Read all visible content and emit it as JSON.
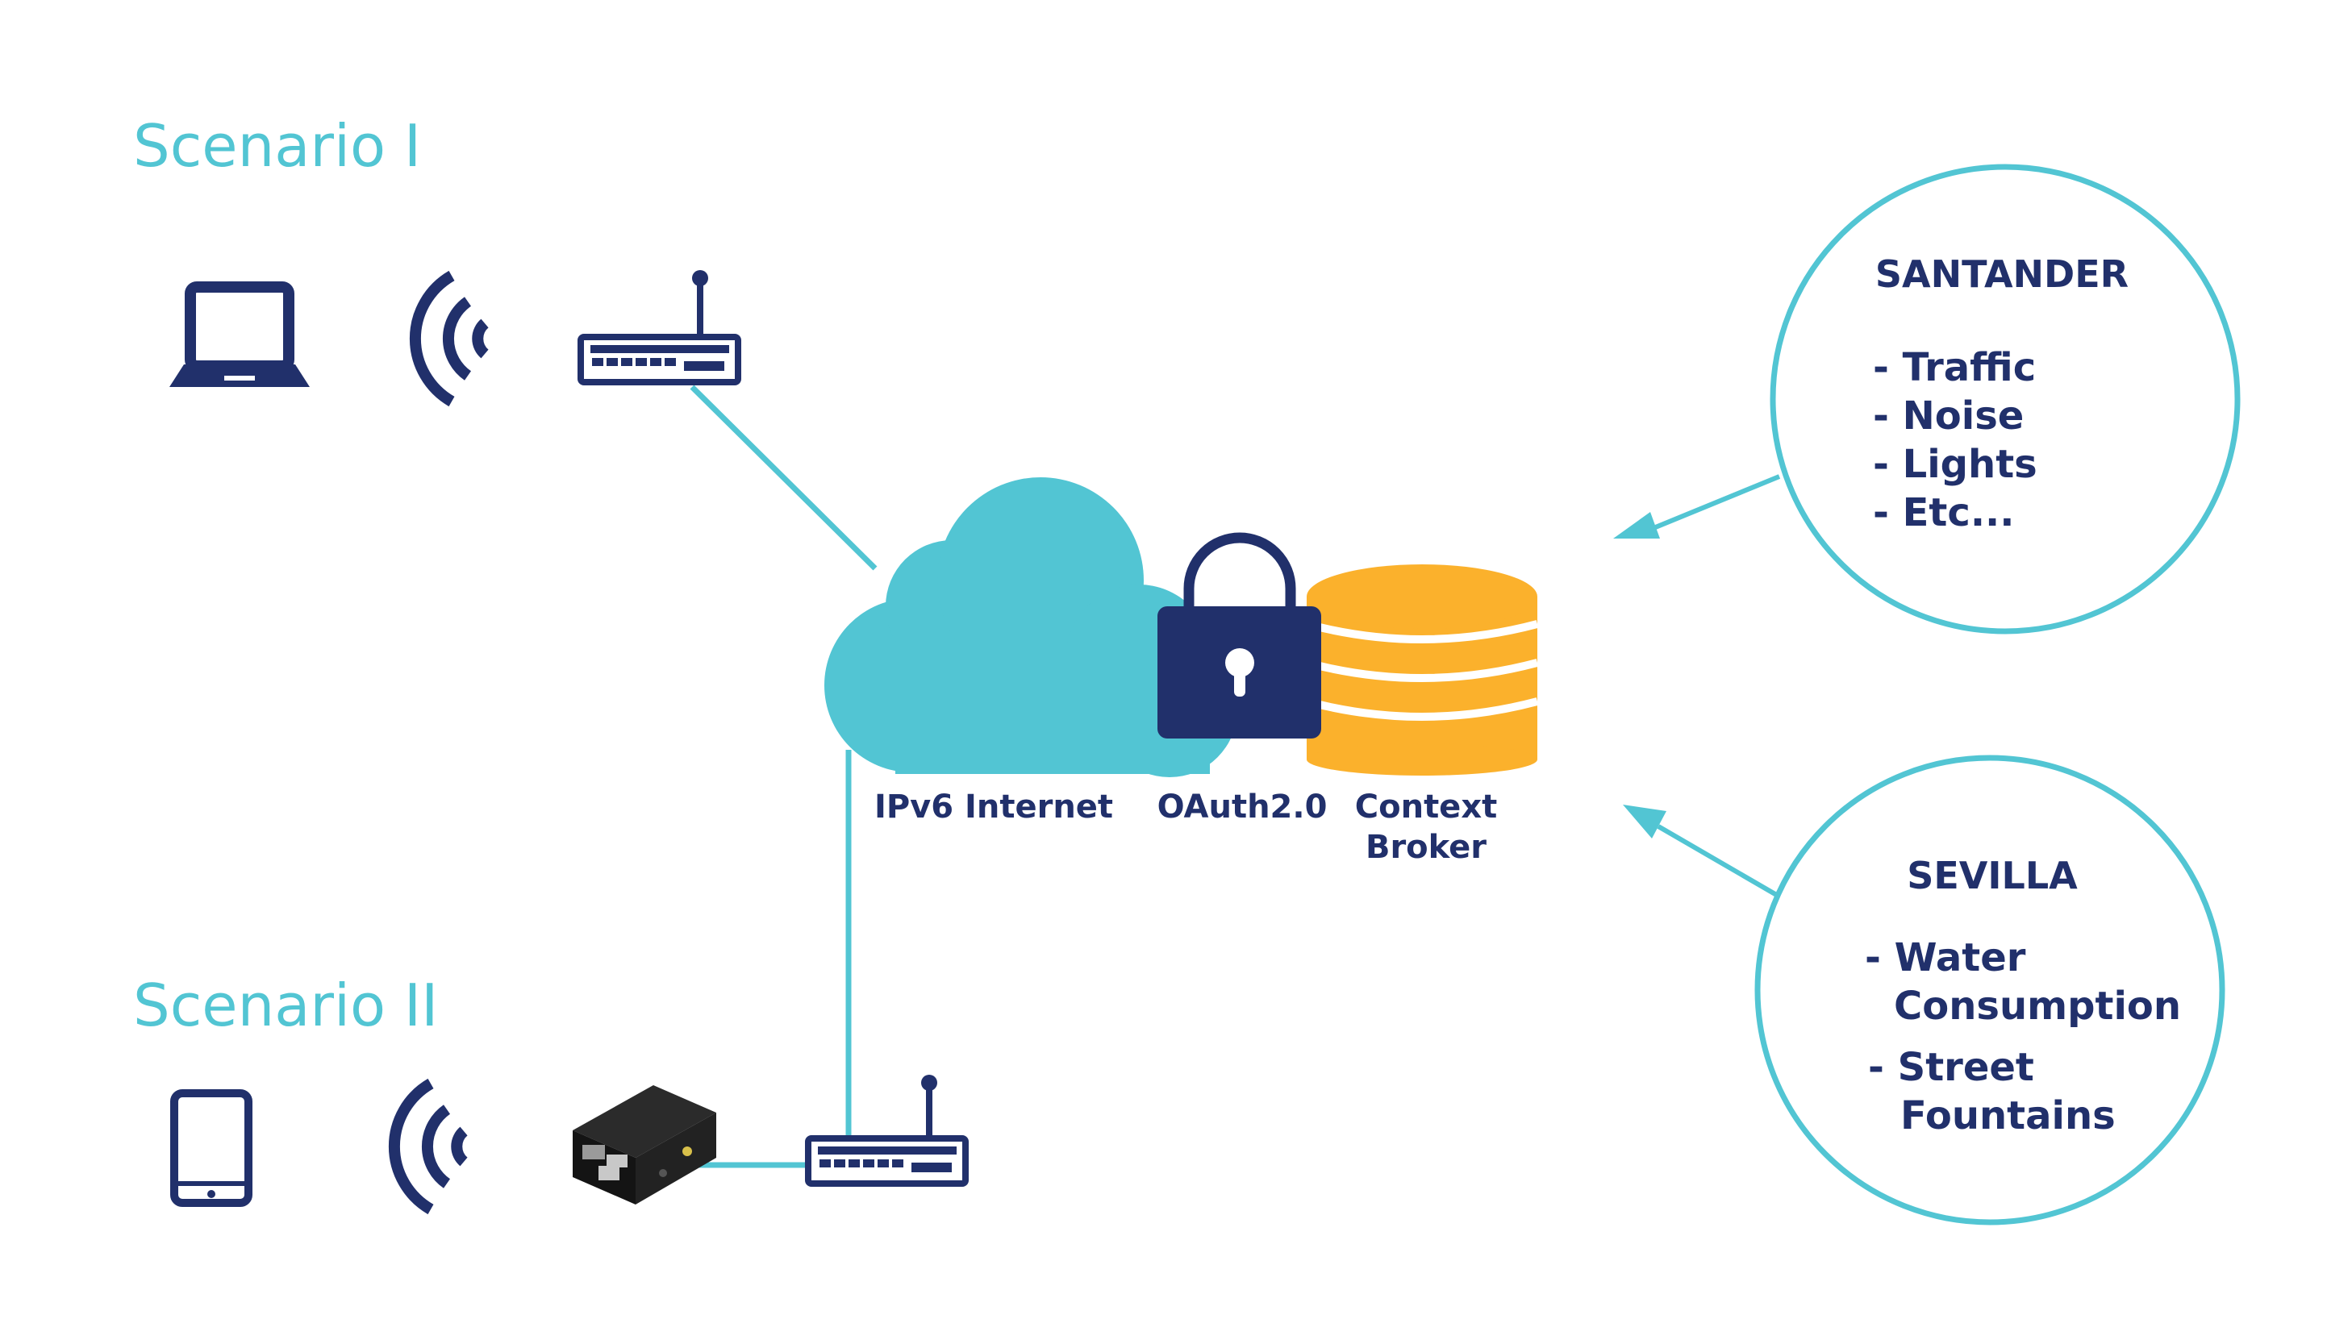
{
  "colors": {
    "teal": "#52c5d3",
    "navy": "#21306b",
    "orange": "#fbb12c",
    "white": "#ffffff"
  },
  "scenarios": {
    "scenario1_title": "Scenario I",
    "scenario2_title": "Scenario II"
  },
  "core": {
    "cloud_label": "IPv6 Internet",
    "lock_label": "OAuth2.0",
    "broker_label_line1": "Context",
    "broker_label_line2": "Broker"
  },
  "cities": {
    "santander": {
      "name": "SANTANDER",
      "items": [
        "- Traffic",
        "- Noise",
        "- Lights",
        "- Etc..."
      ]
    },
    "sevilla": {
      "name": "SEVILLA",
      "items": [
        "- Water",
        "Consumption",
        "- Street",
        "Fountains"
      ]
    }
  },
  "icons": [
    "laptop-icon",
    "wifi-icon",
    "router-icon",
    "tablet-icon",
    "raspberry-pi-icon",
    "cloud-icon",
    "lock-icon",
    "database-icon"
  ]
}
